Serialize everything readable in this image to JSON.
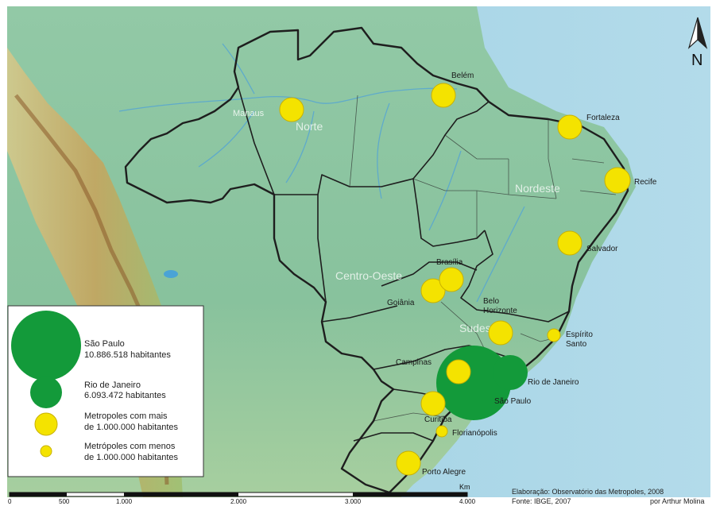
{
  "compass": {
    "label": "N"
  },
  "regions": {
    "norte": "Norte",
    "nordeste": "Nordeste",
    "centro_oeste": "Centro-Oeste",
    "sudeste": "Sudeste"
  },
  "cities": [
    {
      "key": "manaus",
      "name": "Manaus",
      "category": "over_1m"
    },
    {
      "key": "belem",
      "name": "Belém",
      "category": "over_1m"
    },
    {
      "key": "fortaleza",
      "name": "Fortaleza",
      "category": "over_1m"
    },
    {
      "key": "recife",
      "name": "Recife",
      "category": "over_1m"
    },
    {
      "key": "salvador",
      "name": "Salvador",
      "category": "over_1m"
    },
    {
      "key": "brasilia",
      "name": "Brasília",
      "category": "over_1m"
    },
    {
      "key": "goiania",
      "name": "Goiânia",
      "category": "over_1m"
    },
    {
      "key": "belo_horizonte",
      "name": "Belo Horizonte",
      "category": "over_1m"
    },
    {
      "key": "espirito_santo",
      "name": "Espírito Santo",
      "category": "under_1m"
    },
    {
      "key": "campinas",
      "name": "Campinas",
      "category": "over_1m"
    },
    {
      "key": "rio_de_janeiro",
      "name": "Rio de Janeiro",
      "category": "rio"
    },
    {
      "key": "sao_paulo",
      "name": "São Paulo",
      "category": "sp"
    },
    {
      "key": "curitiba",
      "name": "Curitiba",
      "category": "over_1m"
    },
    {
      "key": "florianopolis",
      "name": "Florianópolis",
      "category": "under_1m"
    },
    {
      "key": "porto_alegre",
      "name": "Porto Alegre",
      "category": "over_1m"
    }
  ],
  "legend": {
    "items": [
      {
        "line1": "São Paulo",
        "line2": "10.886.518 habitantes"
      },
      {
        "line1": "Rio de Janeiro",
        "line2": "6.093.472 habitantes"
      },
      {
        "line1": "Metropoles com mais",
        "line2": "de 1.000.000 habitantes"
      },
      {
        "line1": "Metrópoles com menos",
        "line2": "de 1.000.000 habitantes"
      }
    ]
  },
  "scale": {
    "unit": "Km",
    "ticks": [
      "0",
      "500",
      "1.000",
      "2.000",
      "3.000",
      "4.000"
    ]
  },
  "credits": {
    "line1": "Elaboração: Observatório das Metropoles, 2008",
    "line2": "Fonte: IBGE, 2007",
    "line3": "por Arthur Molina"
  },
  "colors": {
    "ocean": "#a8d4e6",
    "land": "#8cc5a1",
    "green_marker": "#139a3a",
    "yellow_marker": "#f4e300",
    "border": "#1e1e1e"
  }
}
